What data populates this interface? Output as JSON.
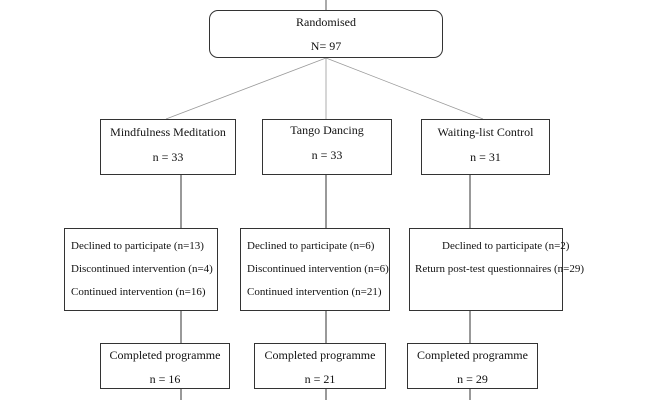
{
  "root": {
    "title": "Randomised",
    "count": "N= 97"
  },
  "arms": [
    {
      "name": "Mindfulness Meditation",
      "count": "n = 33"
    },
    {
      "name": "Tango Dancing",
      "count": "n = 33"
    },
    {
      "name": "Waiting-list Control",
      "count": "n = 31"
    }
  ],
  "followup": [
    {
      "lines": [
        "Declined to participate (n=13)",
        "Discontinued intervention (n=4)",
        "Continued intervention (n=16)"
      ]
    },
    {
      "lines": [
        "Declined to participate (n=6)",
        "Discontinued intervention (n=6)",
        "Continued intervention (n=21)"
      ]
    },
    {
      "lines": [
        "Declined to participate (n=2)",
        "Return post-test questionnaires (n=29)"
      ]
    }
  ],
  "completed": [
    {
      "label": "Completed programme",
      "count": "n = 16"
    },
    {
      "label": "Completed programme",
      "count": "n = 21"
    },
    {
      "label": "Completed programme",
      "count": "n = 29"
    }
  ]
}
